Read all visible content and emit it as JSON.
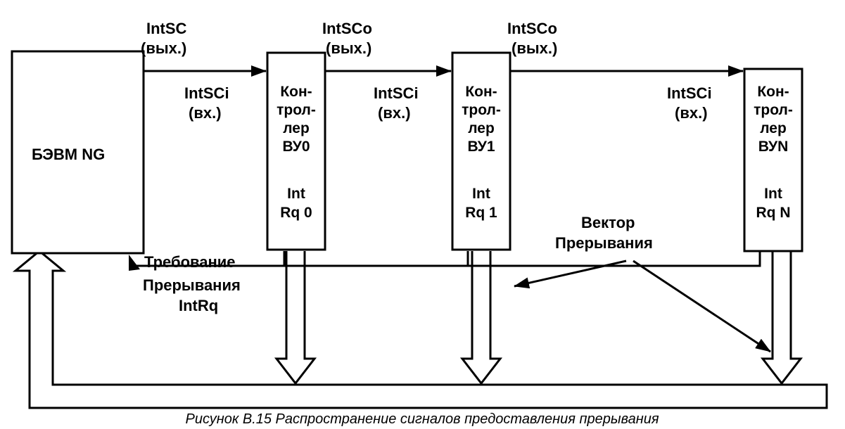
{
  "main_unit": {
    "label": "БЭВМ NG"
  },
  "controllers": [
    {
      "lines": [
        "Кон-",
        "трол-",
        "лер",
        "ВУ0",
        "",
        "Int",
        "Rq 0"
      ]
    },
    {
      "lines": [
        "Кон-",
        "трол-",
        "лер",
        "ВУ1",
        "",
        "Int",
        "Rq 1"
      ]
    },
    {
      "lines": [
        "Кон-",
        "трол-",
        "лер",
        "ВУN",
        "",
        "Int",
        "Rq N"
      ]
    }
  ],
  "signals": {
    "out_first": [
      "IntSC",
      "(вых.)"
    ],
    "out_chain_1": [
      "IntSCo",
      "(вых.)"
    ],
    "out_chain_2": [
      "IntSCo",
      "(вых.)"
    ],
    "in_0": [
      "IntSCi",
      "(вх.)"
    ],
    "in_1": [
      "IntSCi",
      "(вх.)"
    ],
    "in_2": [
      "IntSCi",
      "(вх.)"
    ]
  },
  "interrupt_request": [
    "Требование",
    "Прерывания",
    "IntRq"
  ],
  "interrupt_vector": [
    "Вектор",
    "Прерывания"
  ],
  "caption": "Рисунок В.15 Распространение сигналов предоставления прерывания"
}
